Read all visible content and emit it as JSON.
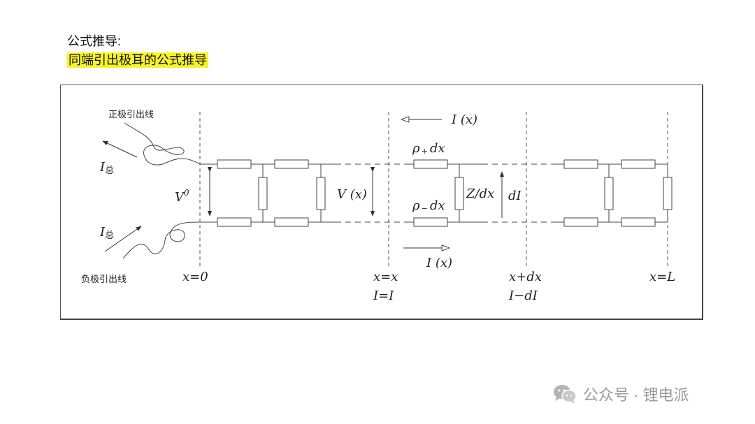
{
  "heading": "公式推导:",
  "subheading": "同端引出极耳的公式推导",
  "diagram": {
    "positive_lead": "正极引出线",
    "negative_lead": "负极引出线",
    "i_total": "I",
    "i_total_sub": "总",
    "v0": "V",
    "v0_sup": "0",
    "top_current": "I (x)",
    "bottom_current": "I (x)",
    "rho_plus": "ρ",
    "rho_plus_sub": "+",
    "rho_plus_tail": "dx",
    "rho_minus": "ρ",
    "rho_minus_sub": "−",
    "rho_minus_tail": "dx",
    "vx": "V (x)",
    "zdx": "Z/dx",
    "di": "dI",
    "x0": "x=0",
    "xx": "x=x",
    "ii": "I=I",
    "xdx": "x+dx",
    "idi": "I−dI",
    "xl": "x=L"
  },
  "watermark": {
    "text": "公众号 · 锂电派",
    "icon": "wechat-icon"
  }
}
